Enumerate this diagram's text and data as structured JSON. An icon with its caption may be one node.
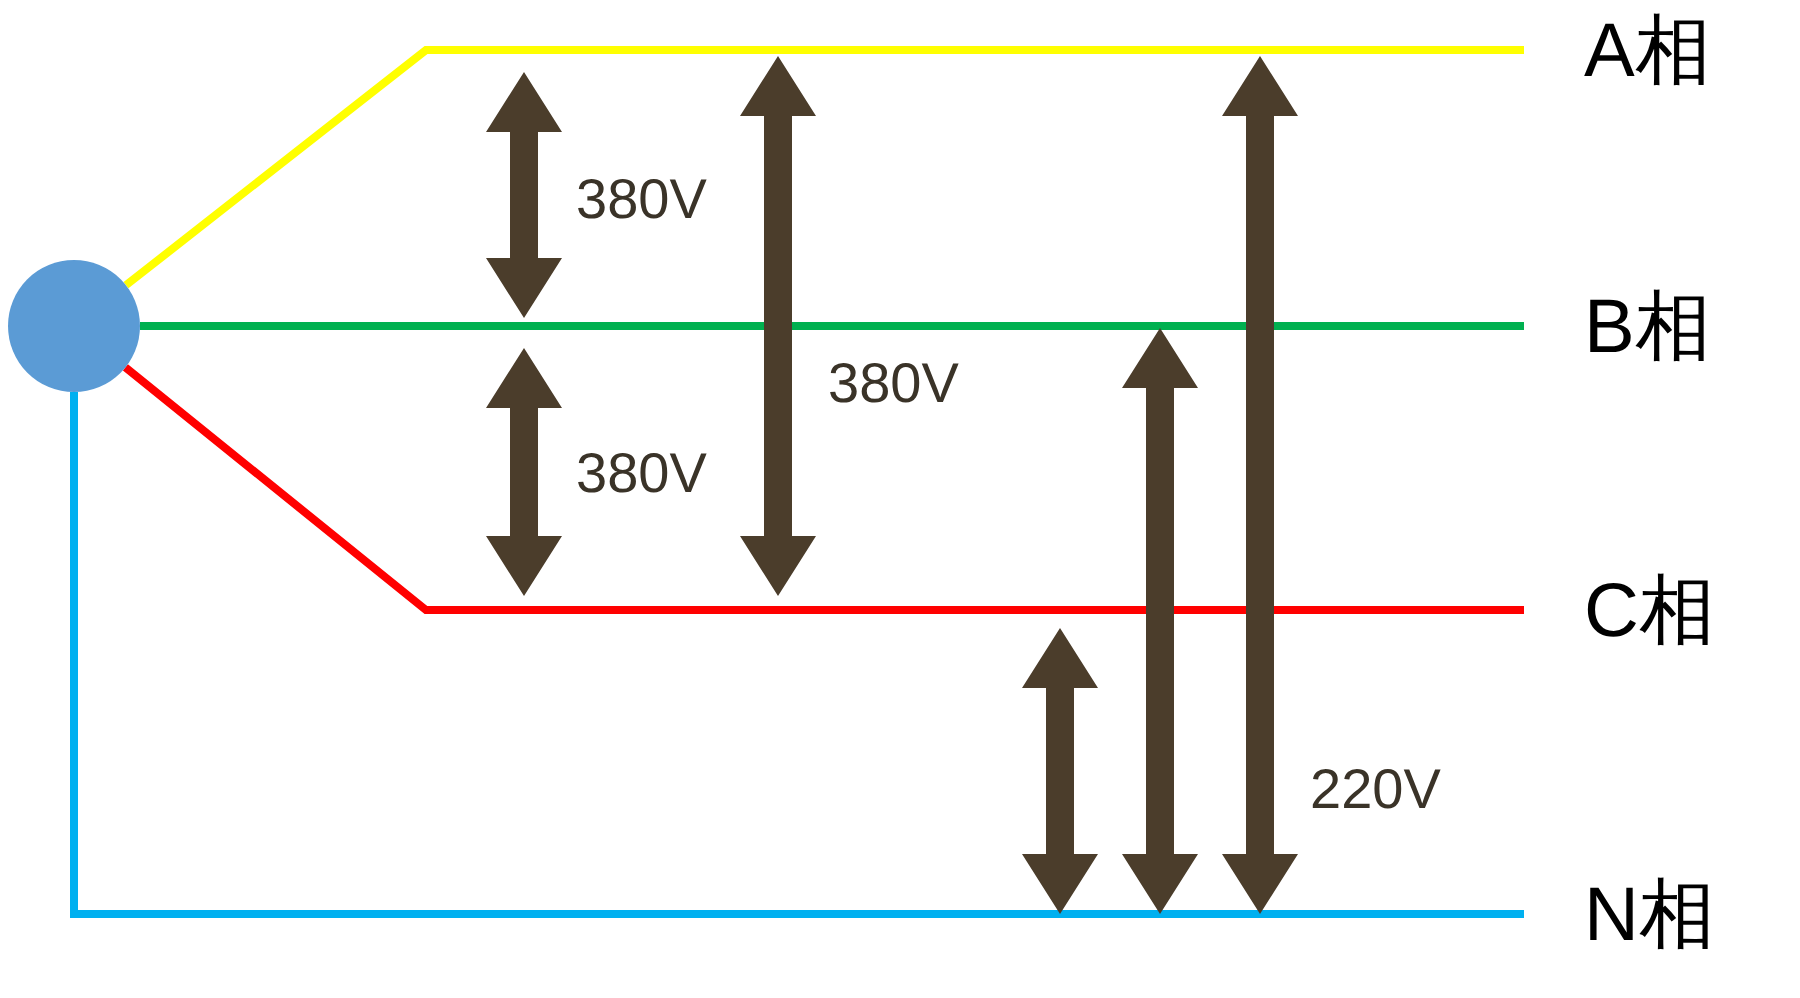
{
  "diagram": {
    "nodes": [
      {
        "text": [],
        "shape": "circle"
      },
      {
        "text": [
          "A相"
        ]
      },
      {
        "text": [
          "B相"
        ]
      },
      {
        "text": [
          "C相"
        ]
      },
      {
        "text": [
          "N相"
        ]
      }
    ],
    "edges": [
      {
        "from": 0,
        "to": 1,
        "arrow": "none",
        "color": "#ffff00"
      },
      {
        "from": 0,
        "to": 2,
        "arrow": "none",
        "color": "#00b050"
      },
      {
        "from": 0,
        "to": 3,
        "arrow": "none",
        "color": "#ff0000"
      },
      {
        "from": 0,
        "to": 4,
        "arrow": "none",
        "color": "#00b0f0"
      }
    ],
    "labels": [
      "380V",
      "380V",
      "380V",
      "220V"
    ]
  }
}
